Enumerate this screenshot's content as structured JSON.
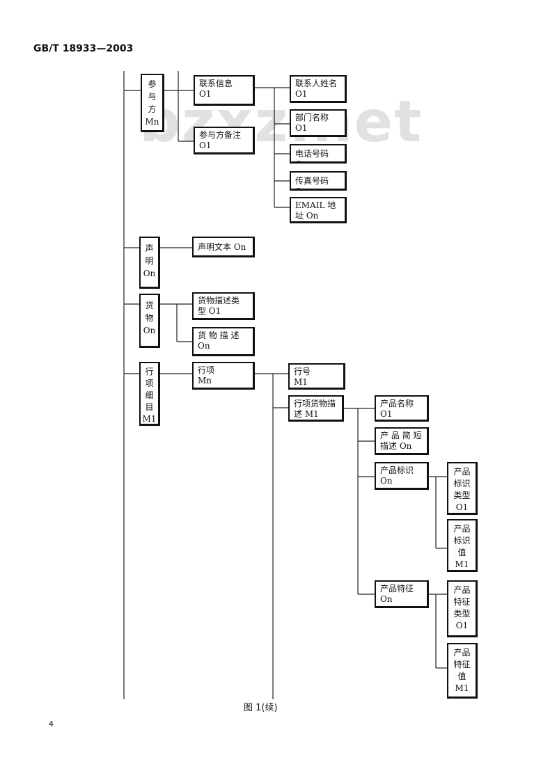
{
  "header": {
    "standard": "GB/T 18933—2003"
  },
  "watermark": "bzxz.net",
  "nodes": {
    "participant": "参\n与\n方\nMn",
    "contact_info": "联系信息\nO1",
    "participant_note": "参与方备注\nO1",
    "contact_name": "联系人姓名\nO1",
    "department": "部门名称\nO1",
    "phone": "电话号码 On",
    "fax": "传真号码 On",
    "email": "EMAIL 地\n址        On",
    "statement": "声\n明\nOn",
    "statement_text": "声明文本  On",
    "goods": "货\n物\nOn",
    "goods_desc_type": "货物描述类\n型        O1",
    "goods_desc": "货  物  描  述\nOn",
    "line_detail": "行\n项\n细\n目\nM1",
    "line_item": "行项\nMn",
    "line_number": "行号\nM1",
    "line_goods_desc": "行项货物描\n述        M1",
    "product_name": "产品名称\nO1",
    "product_short_desc": "产  品  简  短\n描述    On",
    "product_id": "产品标识\nOn",
    "product_id_type": "产品\n标识\n类型\nO1",
    "product_id_value": "产品\n标识\n值\nM1",
    "product_feature": "产品特征\nOn",
    "product_feature_type": "产品\n特征\n类型\nO1",
    "product_feature_value": "产品\n特征\n值\nM1"
  },
  "caption": "图  1(续)",
  "page_number": "4"
}
